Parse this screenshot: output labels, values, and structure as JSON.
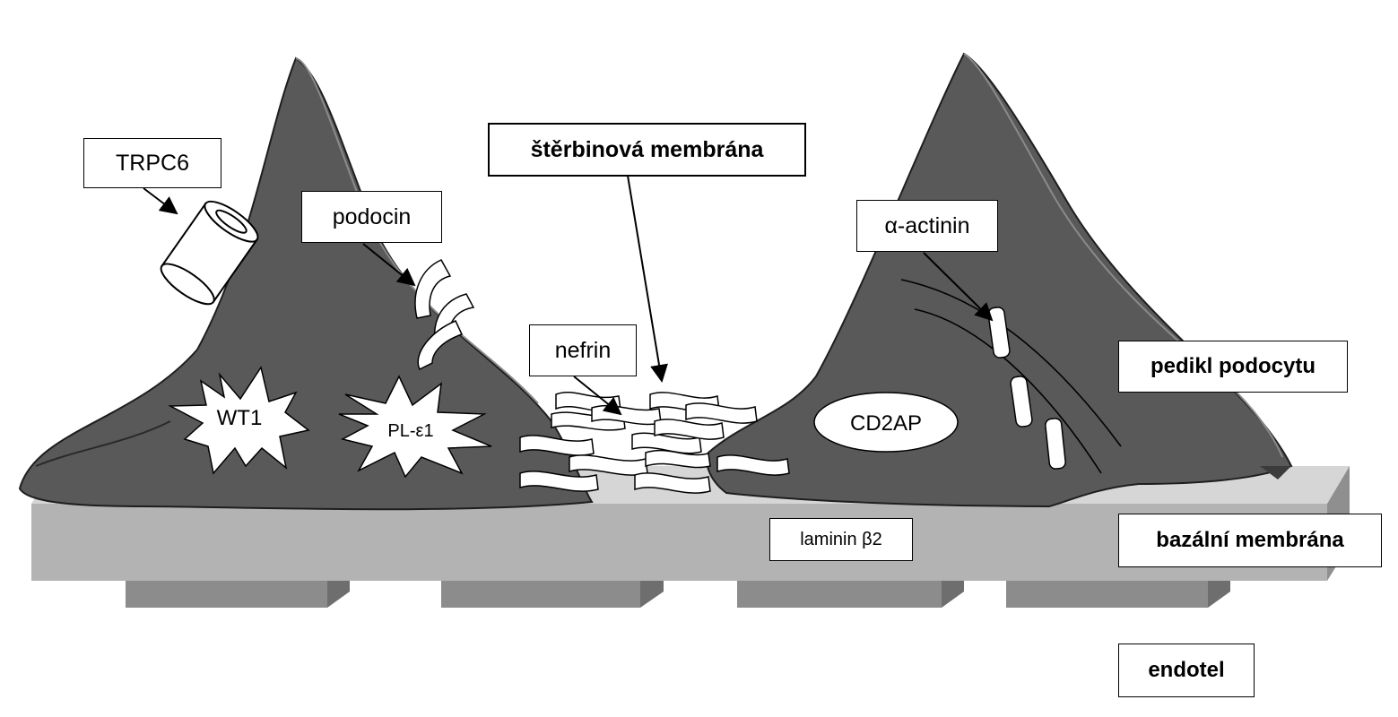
{
  "labels": {
    "trpc6": "TRPC6",
    "podocin": "podocin",
    "slit_membrane": "štěrbinová membrána",
    "nefrin": "nefrin",
    "alpha_actinin": "α-actinin",
    "cd2ap": "CD2AP",
    "wt1": "WT1",
    "pl_epsilon1": "PL-ε1",
    "laminin": "laminin β2",
    "podocyte_pedicle": "pedikl podocytu",
    "basal_membrane": "bazální membrána",
    "endothelium": "endotel"
  },
  "colors": {
    "podocyte": "#595959",
    "podocyte_edge": "#1e1e1e",
    "membrane_front": "#b3b3b3",
    "membrane_top": "#d6d6d6",
    "endothelium": "#8c8c8c",
    "protein": "#ffffff"
  }
}
